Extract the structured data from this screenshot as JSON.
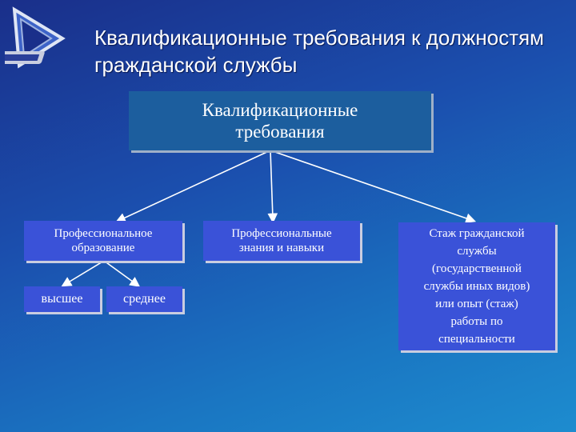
{
  "title": "Квалификационные требования к должностям гражданской службы",
  "root": {
    "line1": "Квалификационные",
    "line2": "требования"
  },
  "education": {
    "line1": "Профессиональное",
    "line2": "образование",
    "levels": [
      "высшее",
      "среднее"
    ]
  },
  "skills": {
    "line1": "Профессиональные",
    "line2": "знания и навыки"
  },
  "experience": {
    "lines": [
      "Стаж гражданской",
      "службы",
      "(государственной",
      "службы иных видов)",
      "или опыт (стаж)",
      "работы по",
      "специальности"
    ]
  },
  "colors": {
    "background_dark": "#1a2f8a",
    "background_light": "#1d8ccf",
    "root_box": "#1c5e9e",
    "child_box": "#3a52d8",
    "box_shadow": "#c9cde0",
    "text": "#ffffff"
  },
  "icons": {
    "logo": "triangle-emblem-logo"
  }
}
